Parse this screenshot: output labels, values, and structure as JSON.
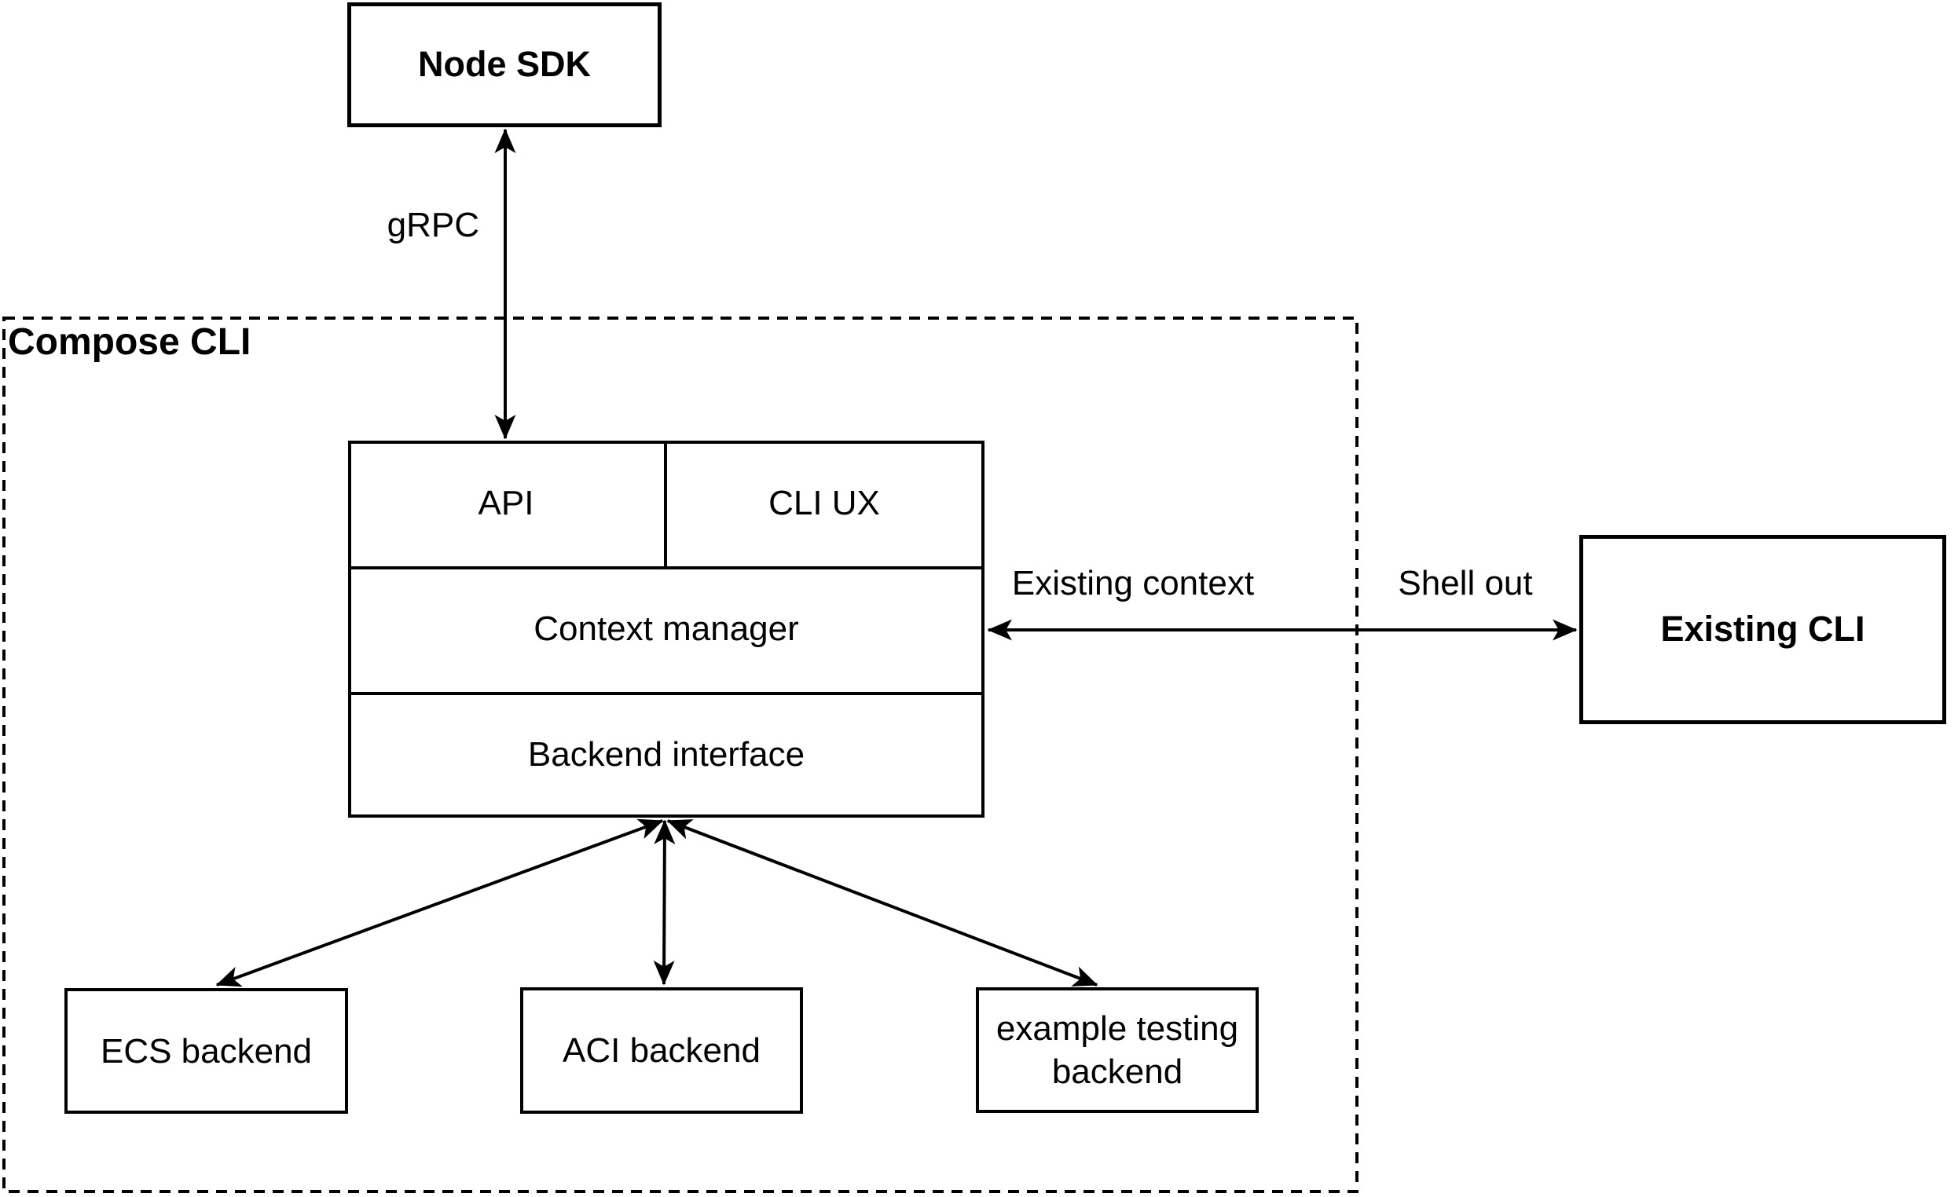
{
  "diagram": {
    "background": "#ffffff",
    "stroke_color": "#000000",
    "container": {
      "label": "Compose CLI"
    },
    "nodes": {
      "node_sdk": {
        "label": "Node SDK"
      },
      "api": {
        "label": "API"
      },
      "cli_ux": {
        "label": "CLI UX"
      },
      "context_manager": {
        "label": "Context manager"
      },
      "backend_interface": {
        "label": "Backend interface"
      },
      "existing_cli": {
        "label": "Existing CLI"
      },
      "ecs_backend": {
        "label": "ECS backend"
      },
      "aci_backend": {
        "label": "ACI backend"
      },
      "example_testing_backend": {
        "label": "example testing\nbackend"
      }
    },
    "edges": {
      "grpc": {
        "label": "gRPC"
      },
      "existing_context": {
        "label": "Existing context"
      },
      "shell_out": {
        "label": "Shell out"
      }
    }
  }
}
